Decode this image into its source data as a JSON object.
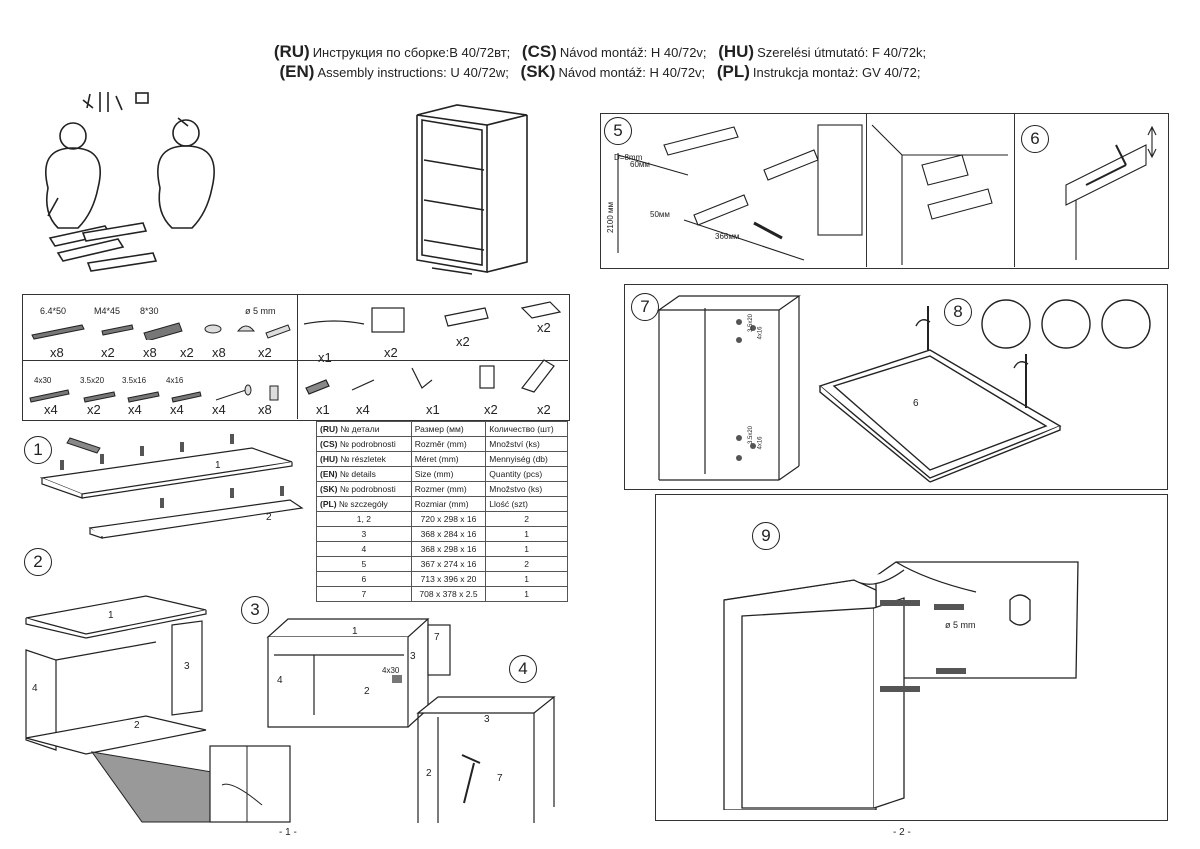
{
  "header": {
    "line1": [
      {
        "code": "(RU)",
        "text": "Инструкция по сборке:В 40/72вт;"
      },
      {
        "code": "(CS)",
        "text": "Návod montáž: H 40/72v;"
      },
      {
        "code": "(HU)",
        "text": "Szerelési útmutató: F 40/72k;"
      }
    ],
    "line2": [
      {
        "code": "(EN)",
        "text": "Assembly instructions: U 40/72w;"
      },
      {
        "code": "(SK)",
        "text": "Návod montáž: H 40/72v;"
      },
      {
        "code": "(PL)",
        "text": "Instrukcja montaż: GV 40/72;"
      }
    ]
  },
  "hardware": {
    "row1": [
      {
        "size": "6.4*50",
        "qty": "x8"
      },
      {
        "size": "M4*45",
        "qty": "x2"
      },
      {
        "size": "8*30",
        "qty": "x8"
      },
      {
        "size": "",
        "qty": "x2"
      },
      {
        "size": "",
        "qty": "x8"
      },
      {
        "size": "ø 5 mm",
        "qty": "x2"
      }
    ],
    "row2": [
      {
        "size": "4x30",
        "qty": "x4"
      },
      {
        "size": "3.5x20",
        "qty": "x2"
      },
      {
        "size": "3.5x16",
        "qty": "x4"
      },
      {
        "size": "4x16",
        "qty": "x4"
      },
      {
        "size": "",
        "qty": "x4"
      },
      {
        "size": "",
        "qty": "x8"
      }
    ],
    "right_row1": [
      "x1",
      "x2",
      "x2",
      "x2"
    ],
    "right_row2": [
      "x1",
      "x4",
      "x1",
      "x2",
      "x2"
    ]
  },
  "parts_table": {
    "headers": [
      [
        "(RU)",
        "№ детали",
        "Размер  (мм)",
        "Количество (шт)"
      ],
      [
        "(CS)",
        "№ podrobnosti",
        "Rozměr (mm)",
        "Množství (ks)"
      ],
      [
        "(HU)",
        "№ részletek",
        "Méret (mm)",
        "Mennyiség (db)"
      ],
      [
        "(EN)",
        "№ details",
        "Size (mm)",
        "Quantity  (pcs)"
      ],
      [
        "(SK)",
        "№ podrobnosti",
        "Rozmer (mm)",
        "Množstvo (ks)"
      ],
      [
        "(PL)",
        "№ szczegóły",
        "Rozmiar (mm)",
        "Llość (szt)"
      ]
    ],
    "rows": [
      [
        "1, 2",
        "720 x 298 x 16",
        "2"
      ],
      [
        "3",
        "368 x 284 x 16",
        "1"
      ],
      [
        "4",
        "368 x 298 x 16",
        "1"
      ],
      [
        "5",
        "367 x 274 x 16",
        "2"
      ],
      [
        "6",
        "713 x 396 x 20",
        "1"
      ],
      [
        "7",
        "708 x 378 x 2.5",
        "1"
      ]
    ]
  },
  "steps": {
    "s1": "1",
    "s2": "2",
    "s3": "3",
    "s4": "4",
    "s5": "5",
    "s6": "6",
    "s7": "7",
    "s8": "8",
    "s9": "9"
  },
  "labels": {
    "d8": "D=8mm",
    "m60": "60мм",
    "m50": "50мм",
    "m2100": "2100 мм",
    "m366": "366мм",
    "screw_4x30": "4x30",
    "drill_5": "ø 5 mm",
    "hinge_a": "3.5x20",
    "hinge_b": "4x16"
  },
  "part_numbers": {
    "p1": "1",
    "p2": "2",
    "p3": "3",
    "p4": "4",
    "p6": "6",
    "p7": "7"
  },
  "page_numbers": {
    "left": "- 1 -",
    "right": "- 2 -"
  }
}
